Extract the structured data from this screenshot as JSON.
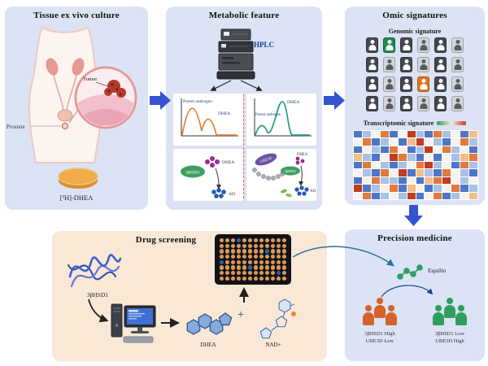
{
  "colors": {
    "panel_blue": "#dbe3f5",
    "panel_peach": "#fae8d6",
    "arrow_blue": "#3552cf",
    "arrow_teal": "#2e6f9e",
    "arrow_navy": "#1c3f94",
    "orange_curve": "#e2863c",
    "green_curve": "#2ba08a",
    "group_orange": "#d4622a",
    "group_green": "#2f9e60",
    "genomic_green": "#1f8a50",
    "genomic_orange": "#e0761f"
  },
  "tissue": {
    "title": "Tissue ex vivo culture",
    "prostate": "Prostate",
    "tumor": "Tumor",
    "dish_label": "[³H]-DHEA"
  },
  "metabolic": {
    "title": "Metabolic feature",
    "hplc": "HPLC",
    "tl": {
      "potent": "Potent androgen",
      "dhea": "DHEA"
    },
    "tr": {
      "dhea": "DHEA",
      "potent": "Potent androgen"
    },
    "bl": {
      "dhea": "DHEA",
      "enzyme": "3βHSD1",
      "ad": "AD"
    },
    "br": {
      "ube3d": "UBE3D",
      "dhea": "DHEA",
      "enzyme": "3βHSD1",
      "ad": "AD"
    }
  },
  "omic": {
    "title": "Omic signatures",
    "genomic": "Genomic signature",
    "transcriptomic": "Transcriptomic signature",
    "genomic_grid": [
      [
        "dark",
        "green",
        "dark",
        "gray",
        "dark",
        "gray"
      ],
      [
        "dark",
        "gray",
        "dark",
        "gray",
        "dark",
        "gray"
      ],
      [
        "dark",
        "gray",
        "dark",
        "orange",
        "dark",
        "gray"
      ],
      [
        "dark",
        "gray",
        "dark",
        "gray",
        "dark",
        "gray"
      ]
    ],
    "heatmap": {
      "palette": {
        "w": "#f7f2ec",
        "b": "#a9c1e4",
        "B": "#4d76c6",
        "o": "#f3bd88",
        "O": "#e07a3e",
        "r": "#c23b22"
      },
      "rows": [
        "BbwOBwrbBObwBo",
        "wOBbwBorwbBwOb",
        "BwbBOwBbrwObwB",
        "obBwrObBwBwboO",
        "BOwbBbwOrbwBOb",
        "wbBOwrBobBOwbB",
        "BwObbBwBoOrwbw",
        "rBbwOBowBbwOBb",
        "wOBbwbrBwOBbwo"
      ]
    }
  },
  "drug": {
    "title": "Drug screening",
    "enzyme": "3βHSD1",
    "dhea": "DHEA",
    "plus": "+",
    "nad": "NAD+",
    "plate": {
      "rows": 8,
      "cols": 12,
      "blue_wells": [
        [
          0,
          3
        ],
        [
          2,
          8
        ],
        [
          4,
          0
        ],
        [
          5,
          5
        ],
        [
          6,
          10
        ]
      ]
    }
  },
  "precision": {
    "title": "Precision medicine",
    "equilin": "Equilin",
    "left_label_1": "3βHSD1 High",
    "left_label_2": "UBE3D Low",
    "right_label_1": "3βHSD1 Low",
    "right_label_2": "UBE3D High"
  }
}
